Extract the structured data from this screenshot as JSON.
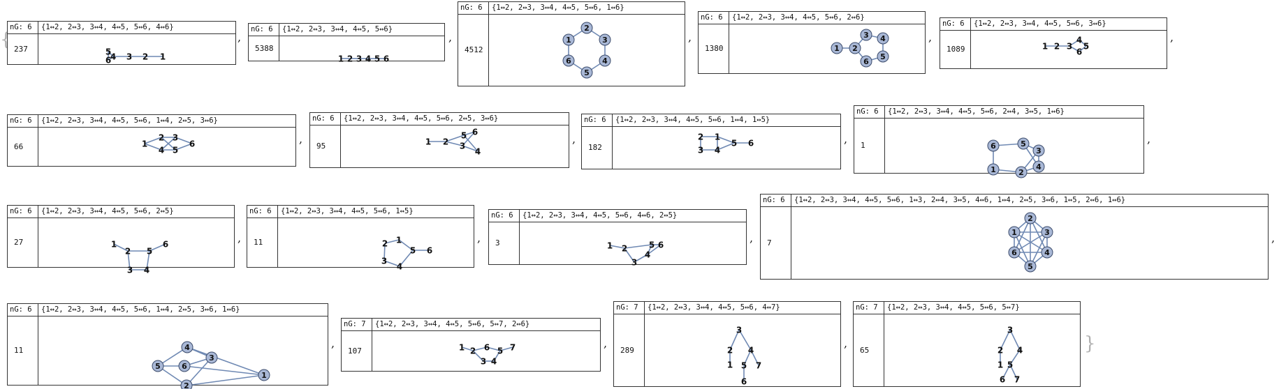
{
  "open_brace": "{",
  "close_brace": "}",
  "separator": ",",
  "nG_prefix": "nG: ",
  "cells": [
    {
      "nG": "6",
      "edges": "{1↔2, 2↔3, 3↔4, 4↔5, 5↔6, 4↔6}",
      "count": "237",
      "nodes": [
        {
          "id": "1"
        },
        {
          "id": "2"
        },
        {
          "id": "3"
        },
        {
          "id": "4"
        },
        {
          "id": "5"
        },
        {
          "id": "6"
        }
      ],
      "nodestyle": "plain",
      "edge_list": [
        [
          1,
          2
        ],
        [
          2,
          3
        ],
        [
          3,
          4
        ],
        [
          4,
          5
        ],
        [
          5,
          6
        ],
        [
          4,
          6
        ]
      ]
    },
    {
      "nG": "6",
      "edges": "{1↔2, 2↔3, 3↔4, 4↔5, 5↔6}",
      "count": "5388",
      "nodes": [
        {
          "id": "1"
        },
        {
          "id": "2"
        },
        {
          "id": "3"
        },
        {
          "id": "4"
        },
        {
          "id": "5"
        },
        {
          "id": "6"
        }
      ],
      "nodestyle": "plain",
      "edge_list": [
        [
          1,
          2
        ],
        [
          2,
          3
        ],
        [
          3,
          4
        ],
        [
          4,
          5
        ],
        [
          5,
          6
        ]
      ]
    },
    {
      "nG": "6",
      "edges": "{1↔2, 2↔3, 3↔4, 4↔5, 5↔6, 1↔6}",
      "count": "4512",
      "nodes": [
        {
          "id": "1"
        },
        {
          "id": "2"
        },
        {
          "id": "3"
        },
        {
          "id": "4"
        },
        {
          "id": "5"
        },
        {
          "id": "6"
        }
      ],
      "nodestyle": "circle",
      "edge_list": [
        [
          1,
          2
        ],
        [
          2,
          3
        ],
        [
          3,
          4
        ],
        [
          4,
          5
        ],
        [
          5,
          6
        ],
        [
          1,
          6
        ]
      ]
    },
    {
      "nG": "6",
      "edges": "{1↔2, 2↔3, 3↔4, 4↔5, 5↔6, 2↔6}",
      "count": "1380",
      "nodes": [
        {
          "id": "1"
        },
        {
          "id": "2"
        },
        {
          "id": "3"
        },
        {
          "id": "4"
        },
        {
          "id": "5"
        },
        {
          "id": "6"
        }
      ],
      "nodestyle": "circle",
      "edge_list": [
        [
          1,
          2
        ],
        [
          2,
          3
        ],
        [
          3,
          4
        ],
        [
          4,
          5
        ],
        [
          5,
          6
        ],
        [
          2,
          6
        ]
      ]
    },
    {
      "nG": "6",
      "edges": "{1↔2, 2↔3, 3↔4, 4↔5, 5↔6, 3↔6}",
      "count": "1089",
      "nodes": [
        {
          "id": "1"
        },
        {
          "id": "2"
        },
        {
          "id": "3"
        },
        {
          "id": "4"
        },
        {
          "id": "5"
        },
        {
          "id": "6"
        }
      ],
      "nodestyle": "plain",
      "edge_list": [
        [
          1,
          2
        ],
        [
          2,
          3
        ],
        [
          3,
          4
        ],
        [
          4,
          5
        ],
        [
          5,
          6
        ],
        [
          3,
          6
        ]
      ]
    },
    {
      "nG": "6",
      "edges": "{1↔2, 2↔3, 3↔4, 4↔5, 5↔6, 1↔4, 2↔5, 3↔6}",
      "count": "66",
      "nodes": [
        {
          "id": "1"
        },
        {
          "id": "2"
        },
        {
          "id": "3"
        },
        {
          "id": "4"
        },
        {
          "id": "5"
        },
        {
          "id": "6"
        }
      ],
      "nodestyle": "plain",
      "edge_list": [
        [
          1,
          2
        ],
        [
          2,
          3
        ],
        [
          3,
          4
        ],
        [
          4,
          5
        ],
        [
          5,
          6
        ],
        [
          1,
          4
        ],
        [
          2,
          5
        ],
        [
          3,
          6
        ]
      ]
    },
    {
      "nG": "6",
      "edges": "{1↔2, 2↔3, 3↔4, 4↔5, 5↔6, 2↔5, 3↔6}",
      "count": "95",
      "nodes": [
        {
          "id": "1"
        },
        {
          "id": "2"
        },
        {
          "id": "3"
        },
        {
          "id": "4"
        },
        {
          "id": "5"
        },
        {
          "id": "6"
        }
      ],
      "nodestyle": "plain",
      "edge_list": [
        [
          1,
          2
        ],
        [
          2,
          3
        ],
        [
          3,
          4
        ],
        [
          4,
          5
        ],
        [
          5,
          6
        ],
        [
          2,
          5
        ],
        [
          3,
          6
        ]
      ]
    },
    {
      "nG": "6",
      "edges": "{1↔2, 2↔3, 3↔4, 4↔5, 5↔6, 1↔4, 1↔5}",
      "count": "182",
      "nodes": [
        {
          "id": "1"
        },
        {
          "id": "2"
        },
        {
          "id": "3"
        },
        {
          "id": "4"
        },
        {
          "id": "5"
        },
        {
          "id": "6"
        }
      ],
      "nodestyle": "plain",
      "edge_list": [
        [
          1,
          2
        ],
        [
          2,
          3
        ],
        [
          3,
          4
        ],
        [
          4,
          5
        ],
        [
          5,
          6
        ],
        [
          1,
          4
        ],
        [
          1,
          5
        ]
      ]
    },
    {
      "nG": "6",
      "edges": "{1↔2, 2↔3, 3↔4, 4↔5, 5↔6, 2↔4, 3↔5, 1↔6}",
      "count": "1",
      "nodes": [
        {
          "id": "1"
        },
        {
          "id": "2"
        },
        {
          "id": "3"
        },
        {
          "id": "4"
        },
        {
          "id": "5"
        },
        {
          "id": "6"
        }
      ],
      "nodestyle": "circle",
      "edge_list": [
        [
          1,
          2
        ],
        [
          2,
          3
        ],
        [
          3,
          4
        ],
        [
          4,
          5
        ],
        [
          5,
          6
        ],
        [
          2,
          4
        ],
        [
          3,
          5
        ],
        [
          1,
          6
        ]
      ]
    },
    {
      "nG": "6",
      "edges": "{1↔2, 2↔3, 3↔4, 4↔5, 5↔6, 2↔5}",
      "count": "27",
      "nodes": [
        {
          "id": "1"
        },
        {
          "id": "2"
        },
        {
          "id": "3"
        },
        {
          "id": "4"
        },
        {
          "id": "5"
        },
        {
          "id": "6"
        }
      ],
      "nodestyle": "plain",
      "edge_list": [
        [
          1,
          2
        ],
        [
          2,
          3
        ],
        [
          3,
          4
        ],
        [
          4,
          5
        ],
        [
          5,
          6
        ],
        [
          2,
          5
        ]
      ]
    },
    {
      "nG": "6",
      "edges": "{1↔2, 2↔3, 3↔4, 4↔5, 5↔6, 1↔5}",
      "count": "11",
      "nodes": [
        {
          "id": "1"
        },
        {
          "id": "2"
        },
        {
          "id": "3"
        },
        {
          "id": "4"
        },
        {
          "id": "5"
        },
        {
          "id": "6"
        }
      ],
      "nodestyle": "plain",
      "edge_list": [
        [
          1,
          2
        ],
        [
          2,
          3
        ],
        [
          3,
          4
        ],
        [
          4,
          5
        ],
        [
          5,
          6
        ],
        [
          1,
          5
        ]
      ]
    },
    {
      "nG": "6",
      "edges": "{1↔2, 2↔3, 3↔4, 4↔5, 5↔6, 4↔6, 2↔5}",
      "count": "3",
      "nodes": [
        {
          "id": "1"
        },
        {
          "id": "2"
        },
        {
          "id": "3"
        },
        {
          "id": "4"
        },
        {
          "id": "5"
        },
        {
          "id": "6"
        }
      ],
      "nodestyle": "plain",
      "edge_list": [
        [
          1,
          2
        ],
        [
          2,
          3
        ],
        [
          3,
          4
        ],
        [
          4,
          5
        ],
        [
          5,
          6
        ],
        [
          4,
          6
        ],
        [
          2,
          5
        ]
      ]
    },
    {
      "nG": "6",
      "edges": "{1↔2, 2↔3, 3↔4, 4↔5, 5↔6, 1↔3, 2↔4, 3↔5, 4↔6, 1↔4, 2↔5, 3↔6, 1↔5, 2↔6, 1↔6}",
      "count": "7",
      "nodes": [
        {
          "id": "1"
        },
        {
          "id": "2"
        },
        {
          "id": "3"
        },
        {
          "id": "4"
        },
        {
          "id": "5"
        },
        {
          "id": "6"
        }
      ],
      "nodestyle": "circle",
      "edge_list": [
        [
          1,
          2
        ],
        [
          2,
          3
        ],
        [
          3,
          4
        ],
        [
          4,
          5
        ],
        [
          5,
          6
        ],
        [
          1,
          3
        ],
        [
          2,
          4
        ],
        [
          3,
          5
        ],
        [
          4,
          6
        ],
        [
          1,
          4
        ],
        [
          2,
          5
        ],
        [
          3,
          6
        ],
        [
          1,
          5
        ],
        [
          2,
          6
        ],
        [
          1,
          6
        ]
      ]
    },
    {
      "nG": "6",
      "edges": "{1↔2, 2↔3, 3↔4, 4↔5, 5↔6, 1↔4, 2↔5, 3↔6, 1↔6}",
      "count": "11",
      "nodes": [
        {
          "id": "1"
        },
        {
          "id": "2"
        },
        {
          "id": "3"
        },
        {
          "id": "4"
        },
        {
          "id": "5"
        },
        {
          "id": "6"
        }
      ],
      "nodestyle": "circle",
      "edge_list": [
        [
          1,
          2
        ],
        [
          2,
          3
        ],
        [
          3,
          4
        ],
        [
          4,
          5
        ],
        [
          5,
          6
        ],
        [
          1,
          4
        ],
        [
          2,
          5
        ],
        [
          3,
          6
        ],
        [
          1,
          6
        ]
      ]
    },
    {
      "nG": "7",
      "edges": "{1↔2, 2↔3, 3↔4, 4↔5, 5↔6, 5↔7, 2↔6}",
      "count": "107",
      "nodes": [
        {
          "id": "1"
        },
        {
          "id": "2"
        },
        {
          "id": "3"
        },
        {
          "id": "4"
        },
        {
          "id": "5"
        },
        {
          "id": "6"
        },
        {
          "id": "7"
        }
      ],
      "nodestyle": "plain",
      "edge_list": [
        [
          1,
          2
        ],
        [
          2,
          3
        ],
        [
          3,
          4
        ],
        [
          4,
          5
        ],
        [
          5,
          6
        ],
        [
          5,
          7
        ],
        [
          2,
          6
        ]
      ]
    },
    {
      "nG": "7",
      "edges": "{1↔2, 2↔3, 3↔4, 4↔5, 5↔6, 4↔7}",
      "count": "289",
      "nodes": [
        {
          "id": "1"
        },
        {
          "id": "2"
        },
        {
          "id": "3"
        },
        {
          "id": "4"
        },
        {
          "id": "5"
        },
        {
          "id": "6"
        },
        {
          "id": "7"
        }
      ],
      "nodestyle": "plain",
      "edge_list": [
        [
          1,
          2
        ],
        [
          2,
          3
        ],
        [
          3,
          4
        ],
        [
          4,
          5
        ],
        [
          5,
          6
        ],
        [
          4,
          7
        ]
      ]
    },
    {
      "nG": "7",
      "edges": "{1↔2, 2↔3, 3↔4, 4↔5, 5↔6, 5↔7}",
      "count": "65",
      "nodes": [
        {
          "id": "1"
        },
        {
          "id": "2"
        },
        {
          "id": "3"
        },
        {
          "id": "4"
        },
        {
          "id": "5"
        },
        {
          "id": "6"
        },
        {
          "id": "7"
        }
      ],
      "nodestyle": "plain",
      "edge_list": [
        [
          1,
          2
        ],
        [
          2,
          3
        ],
        [
          3,
          4
        ],
        [
          4,
          5
        ],
        [
          5,
          6
        ],
        [
          5,
          7
        ]
      ]
    }
  ]
}
